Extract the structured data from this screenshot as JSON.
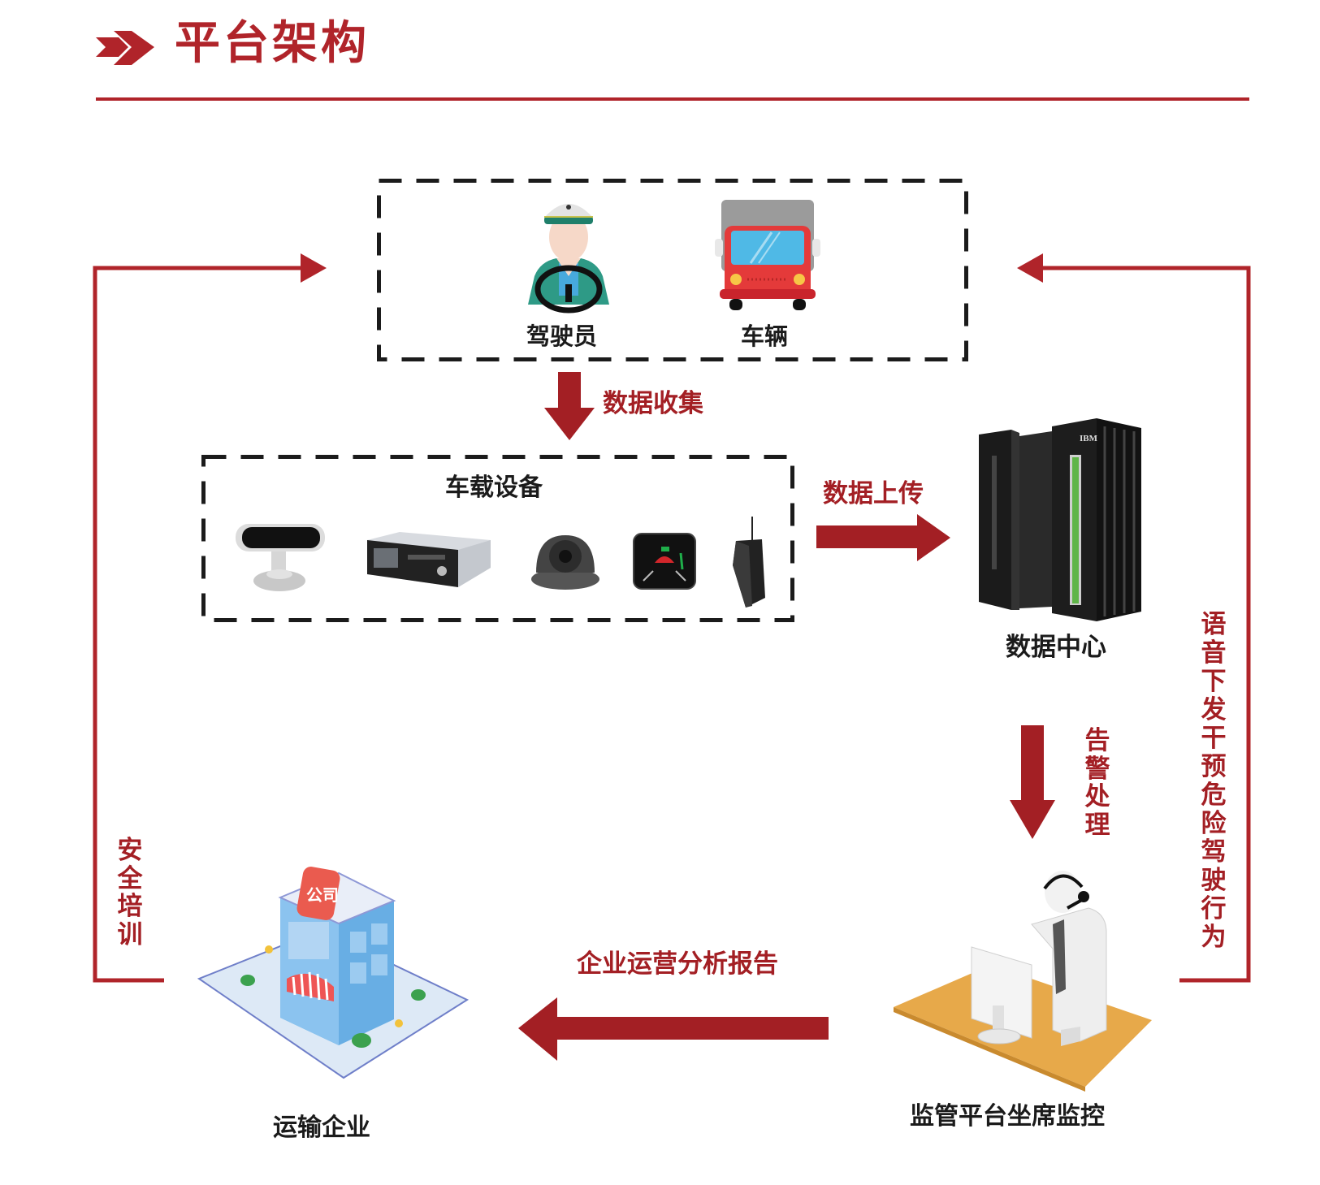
{
  "header": {
    "title": "平台架构",
    "title_icon": "arrow-right-icon"
  },
  "colors": {
    "accent_red": "#b0242a",
    "arrow_red": "#a31f24",
    "text_dark": "#1b1b1b",
    "dash_black": "#1b1b1b"
  },
  "top_group": {
    "items": [
      {
        "label": "驾驶员",
        "icon": "driver-icon"
      },
      {
        "label": "车辆",
        "icon": "truck-icon"
      }
    ]
  },
  "flows": {
    "collect": "数据收集",
    "upload": "数据上传",
    "alarm": "告警处理",
    "report": "企业运营分析报告",
    "safety_training": "安全培训",
    "voice_intervention": "语音下发干预危险驾驶行为"
  },
  "device_group": {
    "title": "车载设备",
    "devices": [
      {
        "name": "driver-monitor-camera-icon"
      },
      {
        "name": "mobile-dvr-icon"
      },
      {
        "name": "dome-camera-icon"
      },
      {
        "name": "adas-display-icon"
      },
      {
        "name": "gps-terminal-icon"
      }
    ]
  },
  "nodes": {
    "data_center": "数据中心",
    "server_brand": "IBM",
    "enterprise": "运输企业",
    "building_sign": "公司",
    "monitor_seat": "监管平台坐席监控"
  }
}
